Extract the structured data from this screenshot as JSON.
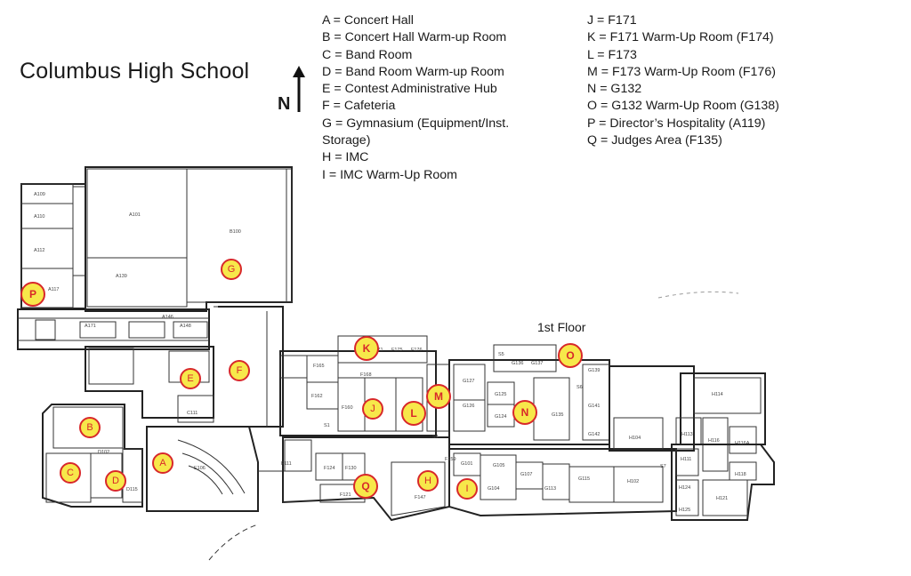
{
  "title": "Columbus High School",
  "compass": {
    "letter": "N"
  },
  "floor_label": "1st Floor",
  "legend_left": [
    "A = Concert Hall",
    "B = Concert Hall Warm-up Room",
    "C = Band Room",
    "D = Band Room Warm-up Room",
    "E = Contest Administrative Hub",
    "F = Cafeteria",
    "G = Gymnasium (Equipment/Inst.",
    "Storage)",
    "H = IMC",
    "I = IMC Warm-Up Room"
  ],
  "legend_right": [
    "J = F171",
    "K = F171 Warm-Up Room (F174)",
    "L = F173",
    "M = F173 Warm-Up Room (F176)",
    "N = G132",
    "O = G132 Warm-Up Room (G138)",
    "P = Director’s Hospitality (A119)",
    "Q = Judges Area (F135)"
  ],
  "markers": [
    {
      "letter": "A",
      "style": "normal"
    },
    {
      "letter": "B",
      "style": "normal"
    },
    {
      "letter": "C",
      "style": "normal"
    },
    {
      "letter": "D",
      "style": "normal"
    },
    {
      "letter": "E",
      "style": "normal"
    },
    {
      "letter": "F",
      "style": "normal"
    },
    {
      "letter": "G",
      "style": "normal"
    },
    {
      "letter": "H",
      "style": "normal"
    },
    {
      "letter": "I",
      "style": "normal"
    },
    {
      "letter": "J",
      "style": "normal"
    },
    {
      "letter": "K",
      "style": "big"
    },
    {
      "letter": "L",
      "style": "big"
    },
    {
      "letter": "M",
      "style": "big"
    },
    {
      "letter": "N",
      "style": "big"
    },
    {
      "letter": "O",
      "style": "big"
    },
    {
      "letter": "P",
      "style": "big"
    },
    {
      "letter": "Q",
      "style": "big"
    }
  ],
  "room_labels": [
    "A101",
    "B100",
    "A109",
    "A110",
    "A112",
    "A117",
    "A139",
    "A146",
    "A148",
    "A171",
    "C111",
    "E106",
    "D102",
    "D115",
    "F165",
    "F162",
    "F168",
    "F160",
    "F171",
    "F175",
    "F176",
    "F111",
    "F124",
    "F130",
    "F121",
    "F147",
    "F159",
    "G101",
    "G105",
    "G104",
    "G107",
    "G113",
    "G115",
    "G127",
    "G126",
    "G125",
    "G124",
    "G135",
    "G136",
    "G137",
    "G139",
    "G141",
    "G142",
    "H102",
    "H104",
    "H113",
    "H114",
    "H116",
    "H116A",
    "H111",
    "H118",
    "H124",
    "H121",
    "H125",
    "S1",
    "S4",
    "S5",
    "S6",
    "S7"
  ],
  "colors": {
    "marker_fill": "#f7e84a",
    "marker_border": "#d8282a",
    "line": "#222222"
  }
}
